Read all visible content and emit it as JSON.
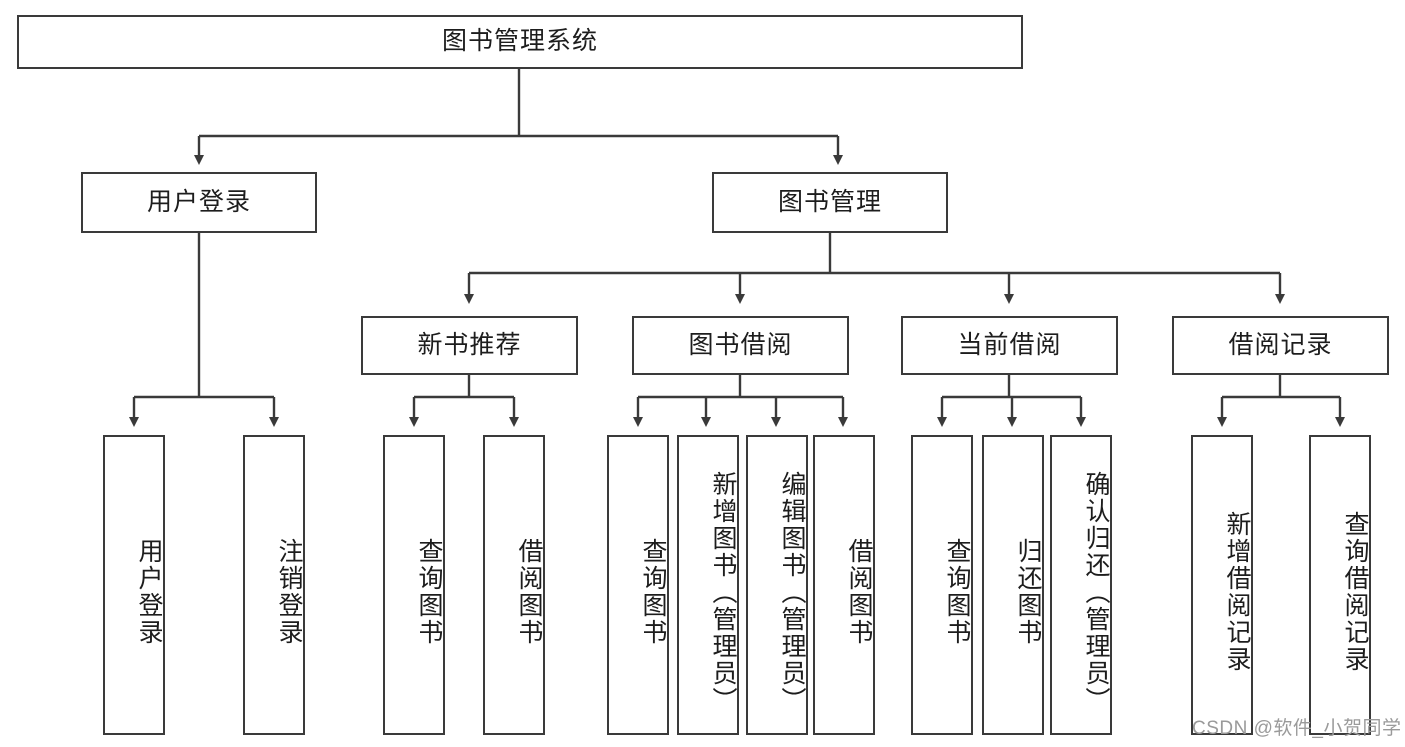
{
  "diagram": {
    "title": "图书管理系统",
    "type": "tree-hierarchy",
    "watermark": "CSDN @软件_小贺同学",
    "colors": {
      "node_border": "#3a3a3a",
      "node_fill": "#ffffff",
      "edge": "#3a3a3a",
      "text": "#1d1d1d",
      "watermark": "#9a9a9a"
    },
    "nodes": {
      "root": {
        "label": "图书管理系统",
        "orientation": "horizontal"
      },
      "level1": [
        {
          "id": "user-login",
          "label": "用户登录",
          "orientation": "horizontal"
        },
        {
          "id": "book-manage",
          "label": "图书管理",
          "orientation": "horizontal"
        }
      ],
      "level2": [
        {
          "id": "new-book-rec",
          "label": "新书推荐",
          "orientation": "horizontal"
        },
        {
          "id": "book-borrow",
          "label": "图书借阅",
          "orientation": "horizontal"
        },
        {
          "id": "current-borrow",
          "label": "当前借阅",
          "orientation": "horizontal"
        },
        {
          "id": "borrow-record",
          "label": "借阅记录",
          "orientation": "horizontal"
        }
      ],
      "leaves": [
        {
          "id": "leaf-user-login",
          "label": "用户登录",
          "parent": "user-login",
          "orientation": "vertical"
        },
        {
          "id": "leaf-logout",
          "label": "注销登录",
          "parent": "user-login",
          "orientation": "vertical"
        },
        {
          "id": "leaf-query-book-1",
          "label": "查询图书",
          "parent": "new-book-rec",
          "orientation": "vertical"
        },
        {
          "id": "leaf-borrow-book-1",
          "label": "借阅图书",
          "parent": "new-book-rec",
          "orientation": "vertical"
        },
        {
          "id": "leaf-query-book-2",
          "label": "查询图书",
          "parent": "book-borrow",
          "orientation": "vertical"
        },
        {
          "id": "leaf-add-book",
          "label": "新增图书（管理员）",
          "parent": "book-borrow",
          "orientation": "vertical"
        },
        {
          "id": "leaf-edit-book",
          "label": "编辑图书（管理员）",
          "parent": "book-borrow",
          "orientation": "vertical"
        },
        {
          "id": "leaf-borrow-book-2",
          "label": "借阅图书",
          "parent": "book-borrow",
          "orientation": "vertical"
        },
        {
          "id": "leaf-query-book-3",
          "label": "查询图书",
          "parent": "current-borrow",
          "orientation": "vertical"
        },
        {
          "id": "leaf-return-book",
          "label": "归还图书",
          "parent": "current-borrow",
          "orientation": "vertical"
        },
        {
          "id": "leaf-confirm-return",
          "label": "确认归还（管理员）",
          "parent": "current-borrow",
          "orientation": "vertical"
        },
        {
          "id": "leaf-add-record",
          "label": "新增借阅记录",
          "parent": "borrow-record",
          "orientation": "vertical"
        },
        {
          "id": "leaf-query-record",
          "label": "查询借阅记录",
          "parent": "borrow-record",
          "orientation": "vertical"
        }
      ]
    }
  }
}
